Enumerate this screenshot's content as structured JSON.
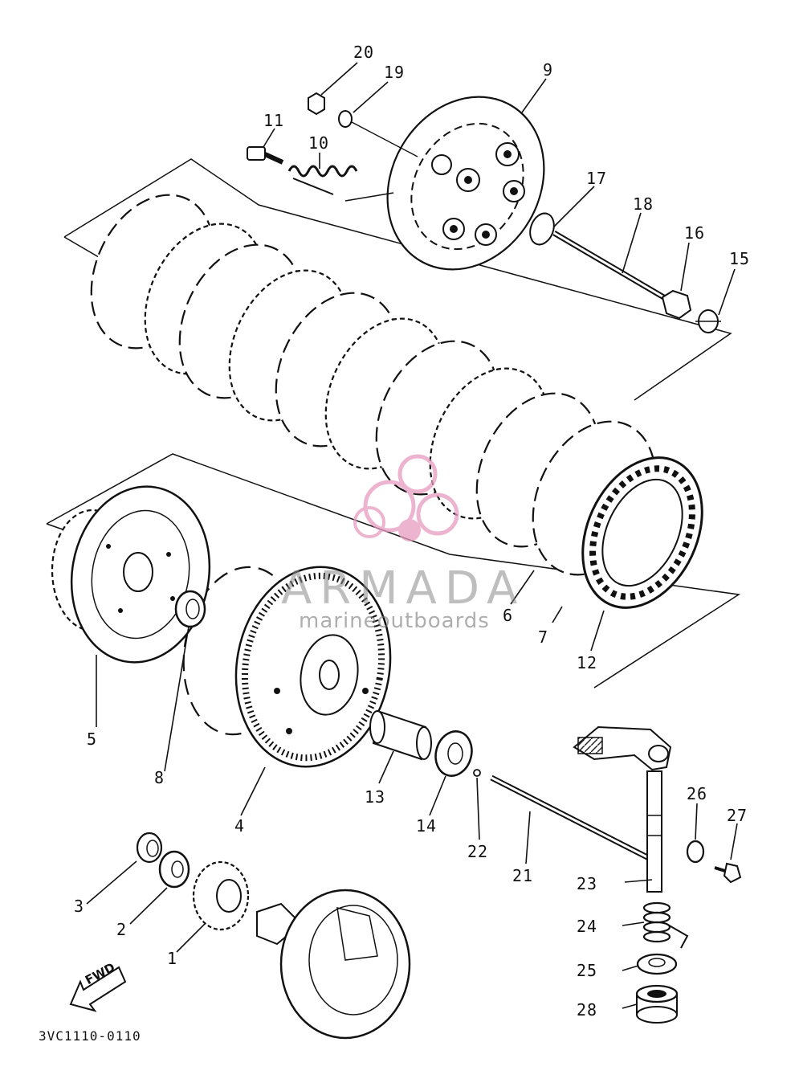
{
  "callouts": {
    "n1": "1",
    "n2": "2",
    "n3": "3",
    "n4": "4",
    "n5": "5",
    "n6": "6",
    "n7": "7",
    "n8": "8",
    "n9": "9",
    "n10": "10",
    "n11": "11",
    "n12": "12",
    "n13": "13",
    "n14": "14",
    "n15": "15",
    "n16": "16",
    "n17": "17",
    "n18": "18",
    "n19": "19",
    "n20": "20",
    "n21": "21",
    "n22": "22",
    "n23": "23",
    "n24": "24",
    "n25": "25",
    "n26": "26",
    "n27": "27",
    "n28": "28"
  },
  "fwd_label": "FWD",
  "diagram_code": "3VC1110-0110",
  "watermark": {
    "title": "ARMADA",
    "subtitle": "marineoutboards",
    "logo_color": "#e79cc0"
  }
}
